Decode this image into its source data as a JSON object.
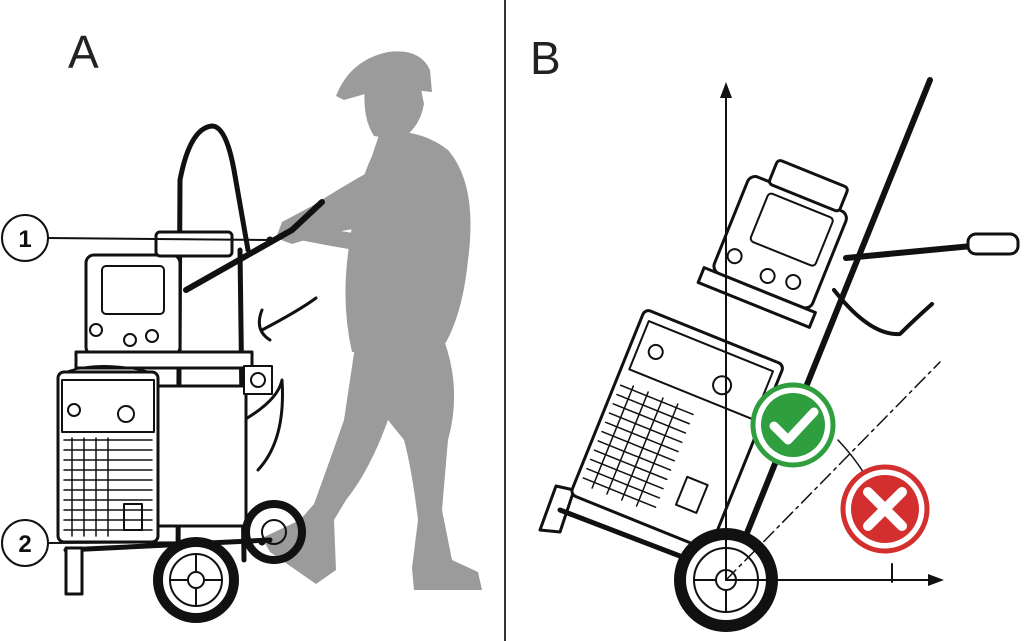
{
  "panels": {
    "a": {
      "label": "A"
    },
    "b": {
      "label": "B"
    }
  },
  "callouts": [
    {
      "number": "1"
    },
    {
      "number": "2"
    }
  ],
  "status_icons": {
    "correct": {
      "icon": "check-icon",
      "color": "#2e9e3e"
    },
    "wrong": {
      "icon": "cross-icon",
      "color": "#d32f2f"
    }
  },
  "colors": {
    "silhouette": "#9b9b9b",
    "line": "#111111",
    "divider": "#333333"
  }
}
